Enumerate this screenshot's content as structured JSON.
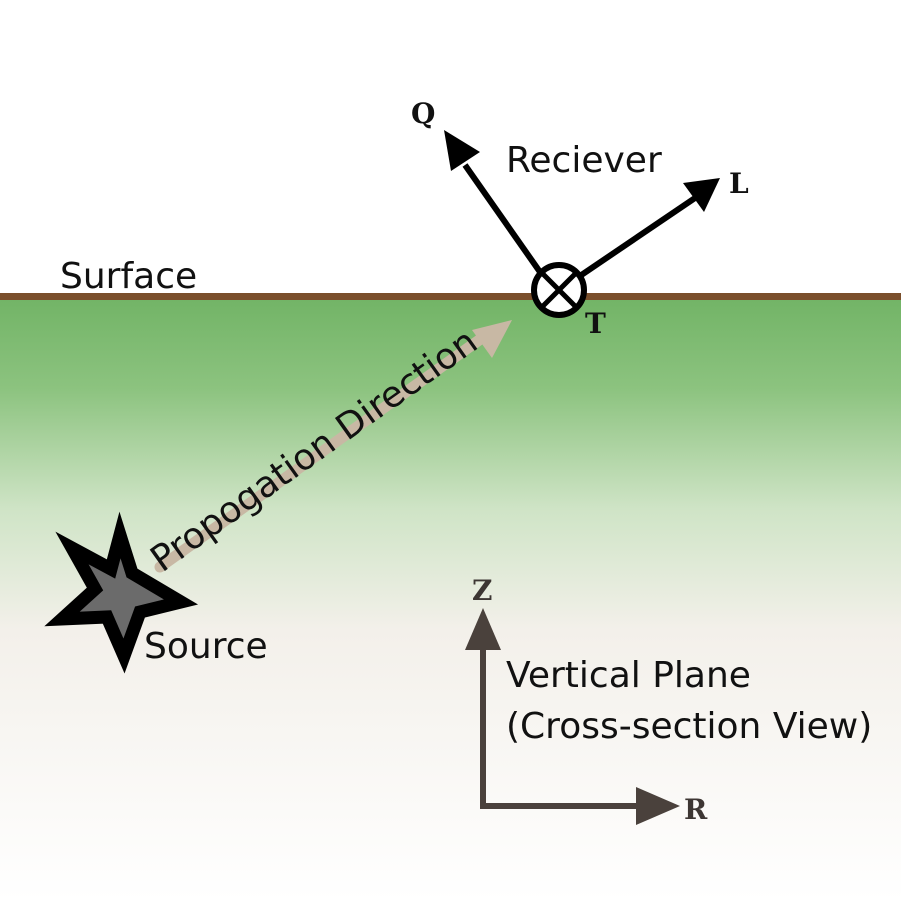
{
  "labels": {
    "surface": "Surface",
    "receiver": "Reciever",
    "propagation": "Propogation Direction",
    "source": "Source",
    "plane_line1": "Vertical Plane",
    "plane_line2": "(Cross-section View)"
  },
  "axes": {
    "q": "Q",
    "l": "L",
    "t": "T",
    "z": "Z",
    "r": "R"
  },
  "colors": {
    "surface_line": "#7a4f2c",
    "ground_top": "#74b468",
    "ground_bottom": "#ffffff",
    "arrow_black": "#000000",
    "propagation_arrow": "#c8b8a4",
    "frame_arrow": "#4a413c",
    "star_fill": "#6b6b6b"
  },
  "icons": {
    "source": "star-icon",
    "transverse": "into-page-circle-icon"
  }
}
